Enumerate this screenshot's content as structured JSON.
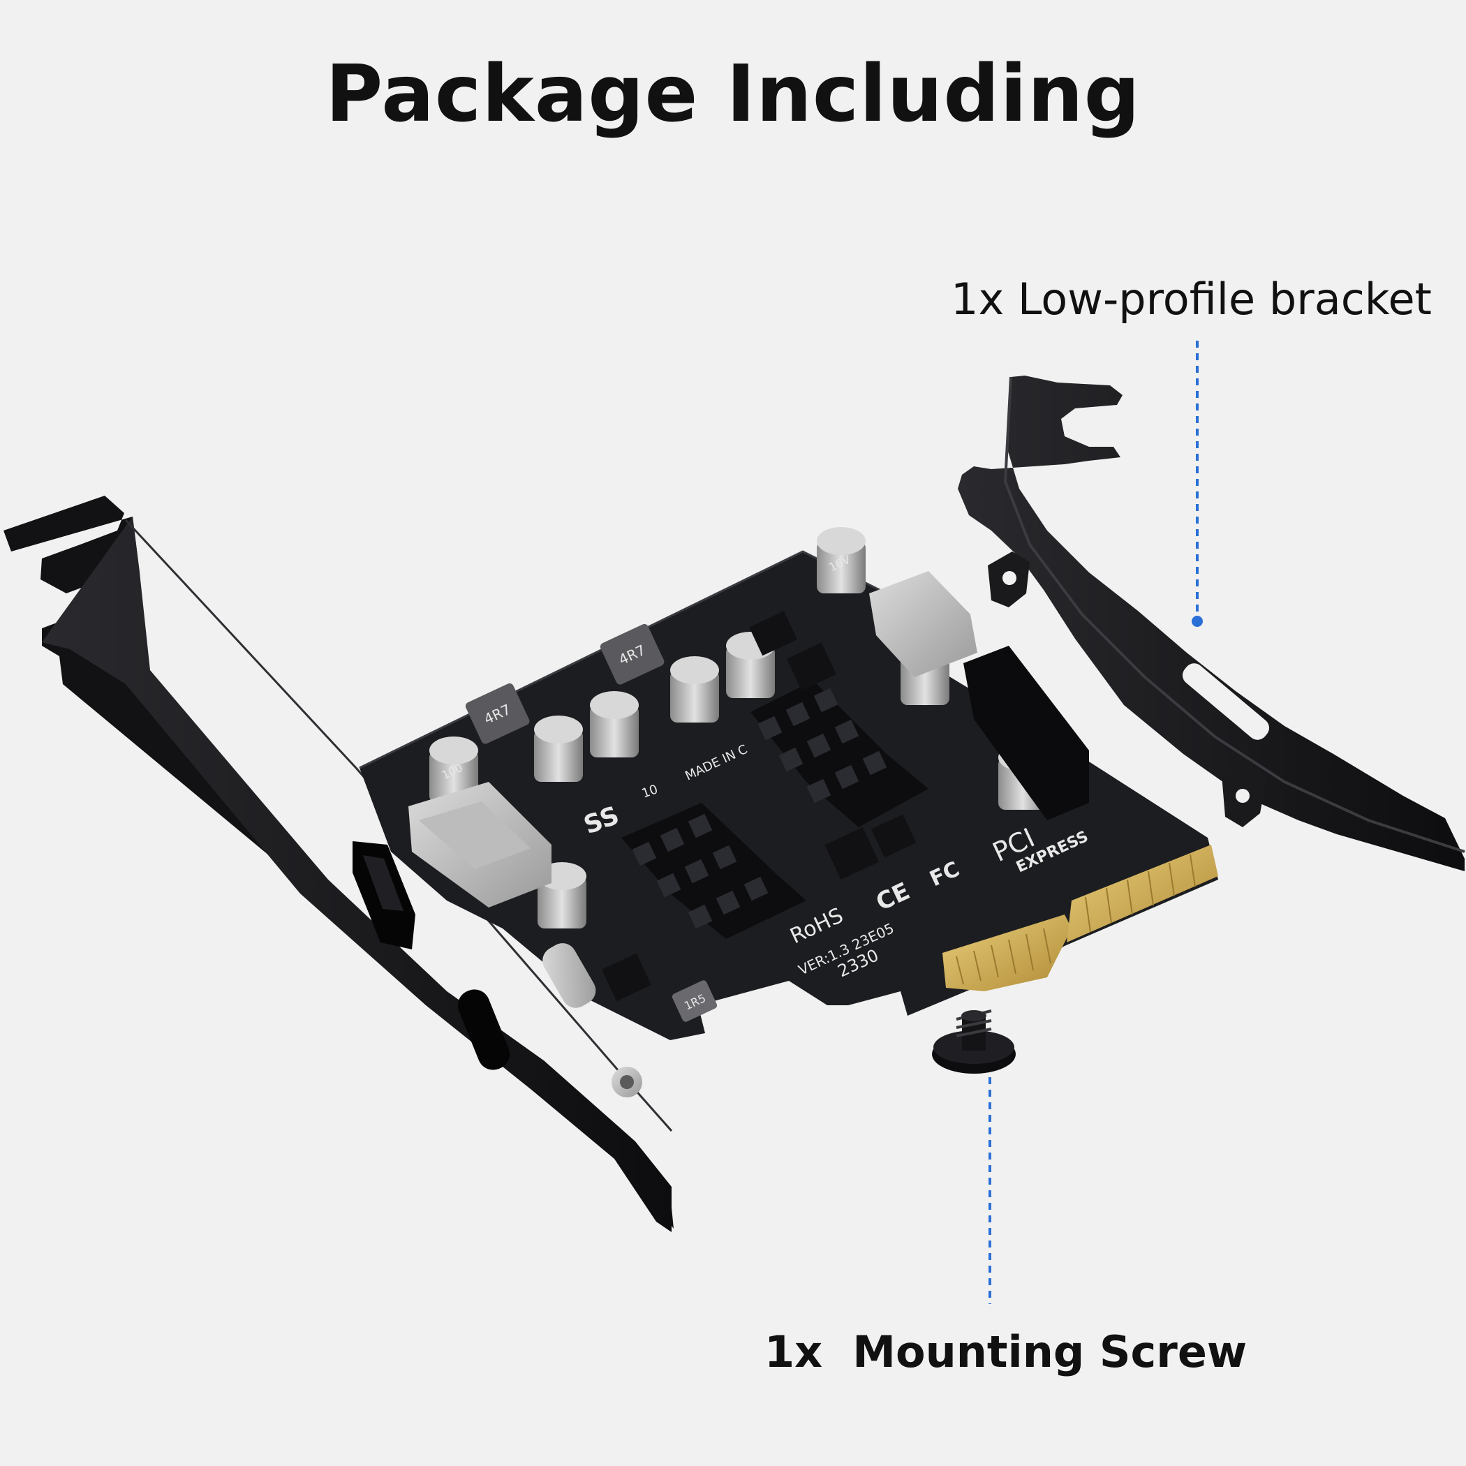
{
  "title": "Package Including",
  "callouts": {
    "bracket": "1x Low-profile bracket",
    "screw": "1x  Mounting Screw"
  },
  "board_markings": {
    "rohs": "RoHS",
    "version": "VER:1.3  23E05",
    "date_code": "2330",
    "made_in": "MADE IN C",
    "ce": "CE",
    "fc": "FC",
    "pci": "PCI",
    "express": "EXPRESS",
    "superspeed": "SS",
    "ss_rate": "10",
    "inductor": "4R7",
    "inductor_small": "1R5",
    "capacitor": "100",
    "capacitor_voltage": "16V"
  },
  "colors": {
    "background": "#f1f1f1",
    "pcb": "#1c1d20",
    "bracket": "#141416",
    "gold": "#d4b25a",
    "leader": "#2a6fd6"
  }
}
